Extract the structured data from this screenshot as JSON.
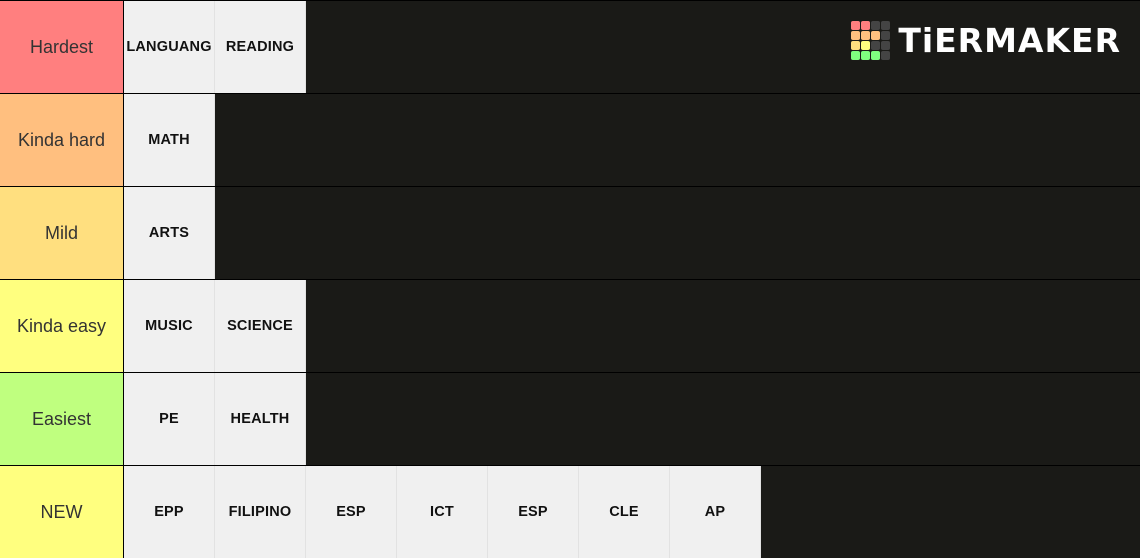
{
  "logo": {
    "text": "TiERMAKER",
    "icon": "tiermaker-grid-icon",
    "grid_colors": [
      [
        "#ff7f7f",
        "#ff7f7f",
        "#444444",
        "#444444"
      ],
      [
        "#ffbf7f",
        "#ffbf7f",
        "#ffbf7f",
        "#444444"
      ],
      [
        "#ffdf7f",
        "#ffff7f",
        "#444444",
        "#444444"
      ],
      [
        "#7fff7f",
        "#7fff7f",
        "#7fff7f",
        "#444444"
      ]
    ]
  },
  "tiers": [
    {
      "label": "Hardest",
      "color": "#ff7f7f",
      "items": [
        "LANGUANG",
        "READING"
      ]
    },
    {
      "label": "Kinda hard",
      "color": "#ffbf7f",
      "items": [
        "MATH"
      ]
    },
    {
      "label": "Mild",
      "color": "#ffdf7f",
      "items": [
        "ARTS"
      ]
    },
    {
      "label": "Kinda easy",
      "color": "#ffff7f",
      "items": [
        "MUSIC",
        "SCIENCE"
      ]
    },
    {
      "label": "Easiest",
      "color": "#bfff7f",
      "items": [
        "PE",
        "HEALTH"
      ]
    },
    {
      "label": "NEW",
      "color": "#ffff7f",
      "items": [
        "EPP",
        "FILIPINO",
        "ESP",
        "ICT",
        "ESP",
        "CLE",
        "AP"
      ]
    }
  ]
}
